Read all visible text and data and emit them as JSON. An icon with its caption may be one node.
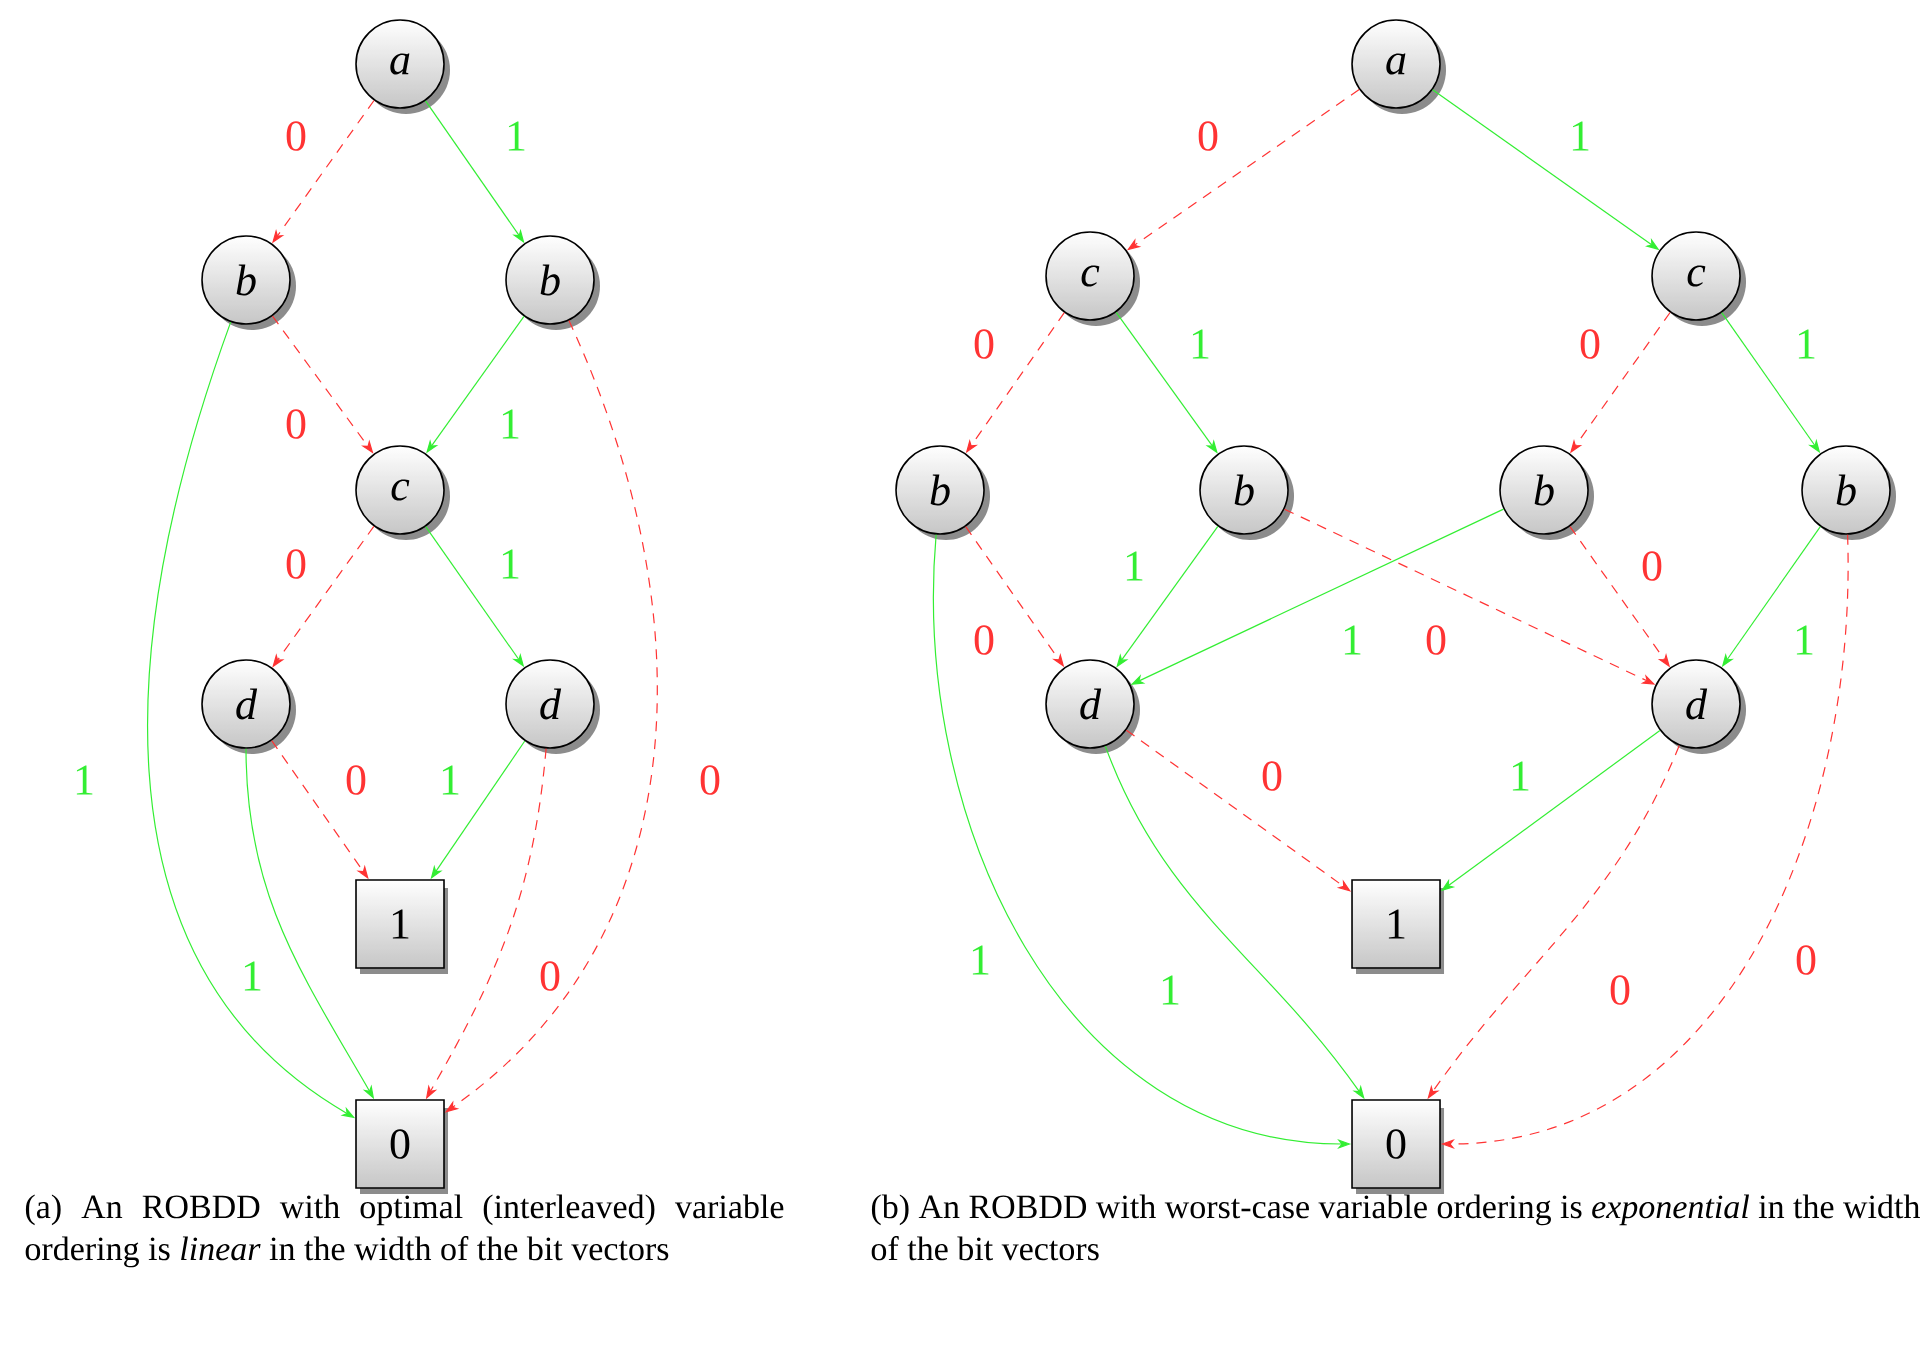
{
  "diagram": {
    "nodes": [
      {
        "text": [
          "a"
        ]
      },
      {
        "text": [
          "b"
        ]
      },
      {
        "text": [
          "b"
        ]
      },
      {
        "text": [
          "c"
        ]
      },
      {
        "text": [
          "d"
        ]
      },
      {
        "text": [
          "d"
        ]
      },
      {
        "text": [
          "1"
        ]
      },
      {
        "text": [
          "0"
        ]
      },
      {
        "text": [
          "a"
        ]
      },
      {
        "text": [
          "c"
        ]
      },
      {
        "text": [
          "c"
        ]
      },
      {
        "text": [
          "b"
        ]
      },
      {
        "text": [
          "b"
        ]
      },
      {
        "text": [
          "b"
        ]
      },
      {
        "text": [
          "b"
        ]
      },
      {
        "text": [
          "d"
        ]
      },
      {
        "text": [
          "d"
        ]
      },
      {
        "text": [
          "1"
        ]
      },
      {
        "text": [
          "0"
        ]
      }
    ],
    "edges": [
      {
        "from": 0,
        "to": 1,
        "arrow": "to",
        "label": "0",
        "style": "dashed",
        "color": "#ff3333"
      },
      {
        "from": 0,
        "to": 2,
        "arrow": "to",
        "label": "1",
        "color": "#33ee33"
      },
      {
        "from": 1,
        "to": 3,
        "arrow": "to",
        "label": "0",
        "style": "dashed",
        "color": "#ff3333"
      },
      {
        "from": 1,
        "to": 7,
        "arrow": "to",
        "label": "1",
        "color": "#33ee33"
      },
      {
        "from": 2,
        "to": 3,
        "arrow": "to",
        "label": "1",
        "color": "#33ee33"
      },
      {
        "from": 2,
        "to": 7,
        "arrow": "to",
        "label": "0",
        "style": "dashed",
        "color": "#ff3333"
      },
      {
        "from": 3,
        "to": 4,
        "arrow": "to",
        "label": "0",
        "style": "dashed",
        "color": "#ff3333"
      },
      {
        "from": 3,
        "to": 5,
        "arrow": "to",
        "label": "1",
        "color": "#33ee33"
      },
      {
        "from": 4,
        "to": 6,
        "arrow": "to",
        "label": "0",
        "style": "dashed",
        "color": "#ff3333"
      },
      {
        "from": 4,
        "to": 7,
        "arrow": "to",
        "label": "1",
        "color": "#33ee33"
      },
      {
        "from": 5,
        "to": 6,
        "arrow": "to",
        "label": "1",
        "color": "#33ee33"
      },
      {
        "from": 5,
        "to": 7,
        "arrow": "to",
        "label": "0",
        "style": "dashed",
        "color": "#ff3333"
      },
      {
        "from": 8,
        "to": 9,
        "arrow": "to",
        "label": "0",
        "style": "dashed",
        "color": "#ff3333"
      },
      {
        "from": 8,
        "to": 10,
        "arrow": "to",
        "label": "1",
        "color": "#33ee33"
      },
      {
        "from": 9,
        "to": 11,
        "arrow": "to",
        "label": "0",
        "style": "dashed",
        "color": "#ff3333"
      },
      {
        "from": 9,
        "to": 12,
        "arrow": "to",
        "label": "1",
        "color": "#33ee33"
      },
      {
        "from": 10,
        "to": 13,
        "arrow": "to",
        "label": "0",
        "style": "dashed",
        "color": "#ff3333"
      },
      {
        "from": 10,
        "to": 14,
        "arrow": "to",
        "label": "1",
        "color": "#33ee33"
      },
      {
        "from": 11,
        "to": 15,
        "arrow": "to",
        "label": "0",
        "style": "dashed",
        "color": "#ff3333"
      },
      {
        "from": 11,
        "to": 18,
        "arrow": "to",
        "label": "1",
        "color": "#33ee33"
      },
      {
        "from": 12,
        "to": 15,
        "arrow": "to",
        "label": "1",
        "color": "#33ee33"
      },
      {
        "from": 12,
        "to": 16,
        "arrow": "to",
        "label": "0",
        "style": "dashed",
        "color": "#ff3333"
      },
      {
        "from": 13,
        "to": 15,
        "arrow": "to",
        "label": "1",
        "color": "#33ee33"
      },
      {
        "from": 13,
        "to": 16,
        "arrow": "to",
        "label": "0",
        "style": "dashed",
        "color": "#ff3333"
      },
      {
        "from": 14,
        "to": 16,
        "arrow": "to",
        "label": "1",
        "color": "#33ee33"
      },
      {
        "from": 14,
        "to": 18,
        "arrow": "to",
        "label": "0",
        "style": "dashed",
        "color": "#ff3333"
      },
      {
        "from": 15,
        "to": 17,
        "arrow": "to",
        "label": "0",
        "style": "dashed",
        "color": "#ff3333"
      },
      {
        "from": 15,
        "to": 18,
        "arrow": "to",
        "label": "1",
        "color": "#33ee33"
      },
      {
        "from": 16,
        "to": 17,
        "arrow": "to",
        "label": "1",
        "color": "#33ee33"
      },
      {
        "from": 16,
        "to": 18,
        "arrow": "to",
        "label": "0",
        "style": "dashed",
        "color": "#ff3333"
      }
    ],
    "labels": [
      "(a) An ROBDD with optimal (interleaved) variable ordering is *linear* in the width of the bit vectors",
      "(b) An ROBDD with worst-case variable ordering is *exponential* in the width of the bit vectors"
    ]
  }
}
